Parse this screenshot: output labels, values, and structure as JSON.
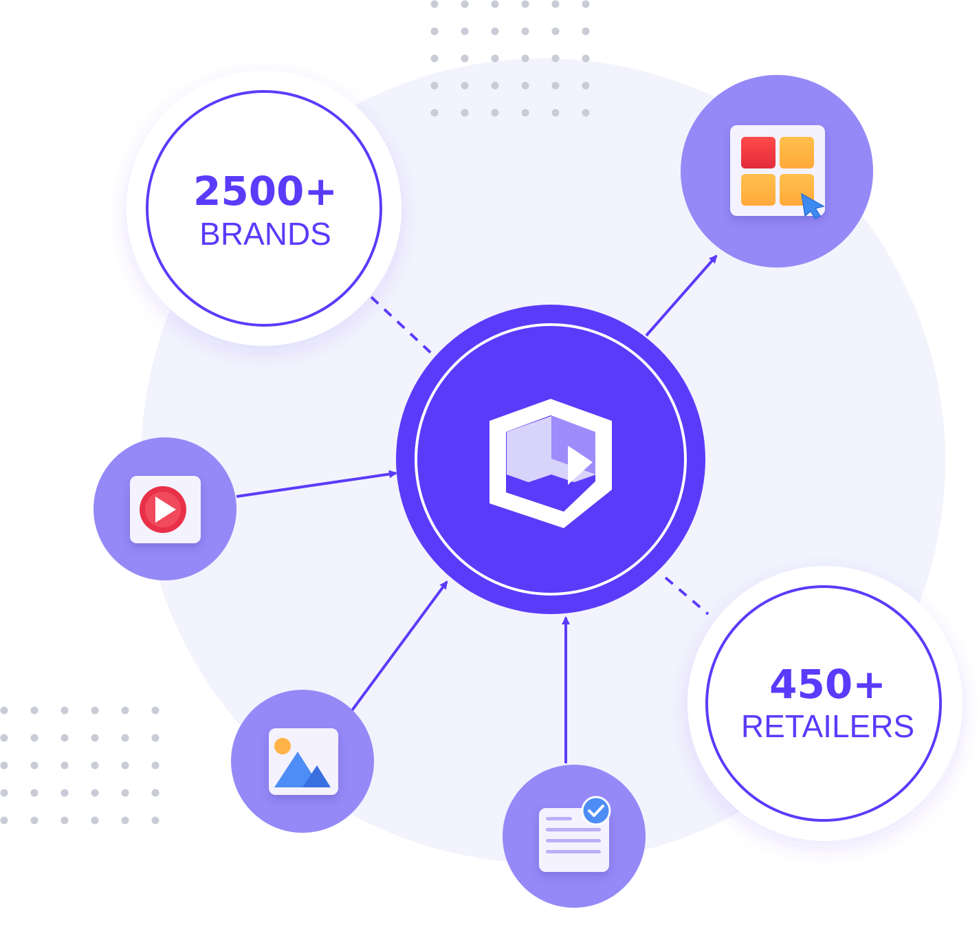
{
  "stats": {
    "brands": {
      "number": "2500+",
      "label": "BRANDS"
    },
    "retailers": {
      "number": "450+",
      "label": "RETAILERS"
    }
  },
  "nodes": {
    "hub": {
      "icon": "play-box-logo-icon"
    },
    "storefront": {
      "icon": "app-grid-cursor-icon"
    },
    "video": {
      "icon": "video-play-icon"
    },
    "image": {
      "icon": "image-mountain-icon"
    },
    "document": {
      "icon": "document-check-icon"
    }
  },
  "colors": {
    "accent": "#5B3BFA",
    "node_fill": "#9589F7",
    "background_blob": "#F2F3FD",
    "dots": "#C9CBD6",
    "white": "#FFFFFF"
  }
}
